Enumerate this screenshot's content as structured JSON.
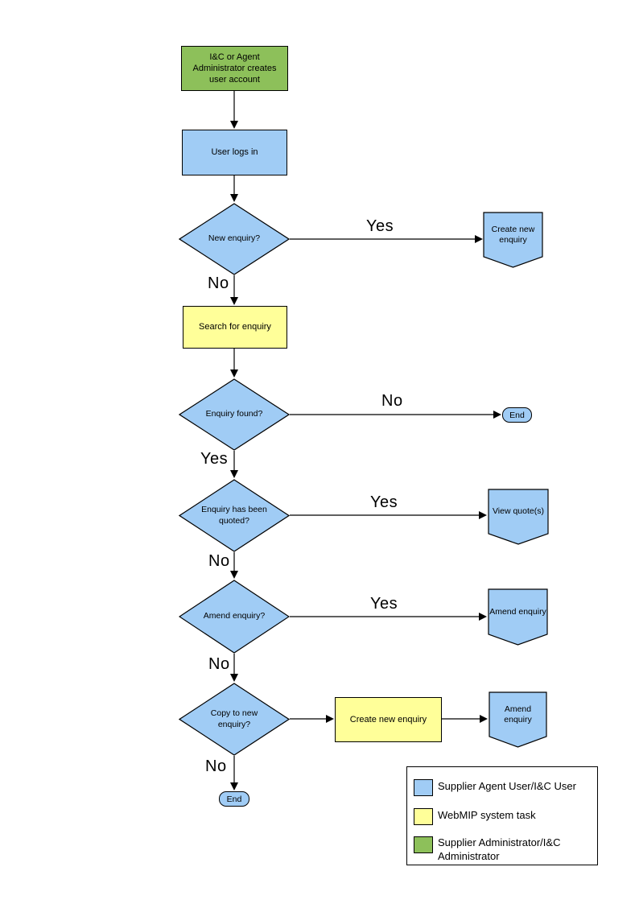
{
  "colors": {
    "user_task": "#A0CCF5",
    "system_task": "#FFFF99",
    "admin_task": "#8DC05A",
    "line": "#000000",
    "background": "#FFFFFF"
  },
  "nodes": {
    "create_account": {
      "label": "I&C or Agent Administrator creates user account",
      "shape": "rectangle",
      "role": "admin"
    },
    "user_logs_in": {
      "label": "User logs in",
      "shape": "rectangle",
      "role": "user"
    },
    "new_enquiry": {
      "label": "New enquiry?",
      "shape": "decision",
      "role": "user"
    },
    "create_new_enquiry_offpage": {
      "label": "Create new enquiry",
      "shape": "offpage-connector",
      "role": "user"
    },
    "search_for_enquiry": {
      "label": "Search for enquiry",
      "shape": "rectangle",
      "role": "system"
    },
    "enquiry_found": {
      "label": "Enquiry found?",
      "shape": "decision",
      "role": "user"
    },
    "end_1": {
      "label": "End",
      "shape": "terminator",
      "role": "user"
    },
    "enquiry_quoted": {
      "label": "Enquiry has been quoted?",
      "shape": "decision",
      "role": "user"
    },
    "view_quotes": {
      "label": "View quote(s)",
      "shape": "offpage-connector",
      "role": "user"
    },
    "amend_enquiry_q": {
      "label": "Amend enquiry?",
      "shape": "decision",
      "role": "user"
    },
    "amend_enquiry_1": {
      "label": "Amend enquiry",
      "shape": "offpage-connector",
      "role": "user"
    },
    "copy_to_new": {
      "label": "Copy to new enquiry?",
      "shape": "decision",
      "role": "user"
    },
    "create_new_enquiry_task": {
      "label": "Create new enquiry",
      "shape": "rectangle",
      "role": "system"
    },
    "amend_enquiry_2": {
      "label": "Amend enquiry",
      "shape": "offpage-connector",
      "role": "user"
    },
    "end_2": {
      "label": "End",
      "shape": "terminator",
      "role": "user"
    }
  },
  "edge_labels": {
    "yes_new_enquiry": "Yes",
    "no_new_enquiry": "No",
    "no_enquiry_found": "No",
    "yes_enquiry_found": "Yes",
    "yes_quoted": "Yes",
    "no_quoted": "No",
    "yes_amend": "Yes",
    "no_amend": "No",
    "no_copy": "No"
  },
  "legend": {
    "items": [
      {
        "label": "Supplier Agent User/I&C User",
        "color": "#A0CCF5"
      },
      {
        "label": "WebMIP system task",
        "color": "#FFFF99"
      },
      {
        "label": "Supplier Administrator/I&C Administrator",
        "color": "#8DC05A"
      }
    ]
  }
}
